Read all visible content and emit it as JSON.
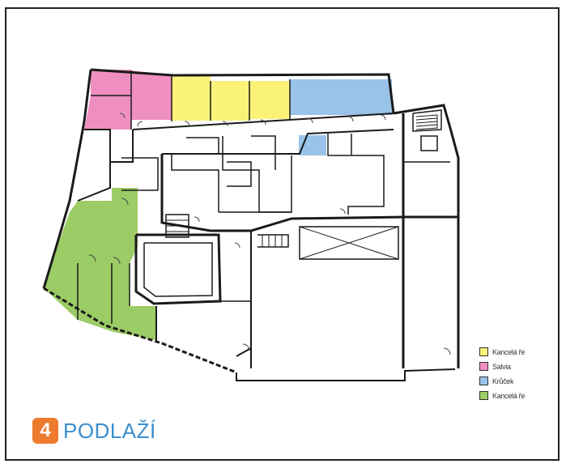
{
  "floor": {
    "number": "4",
    "label": "PODLAŽÍ"
  },
  "legend": [
    {
      "label": "Kancelá ře",
      "color": "#fbf27a"
    },
    {
      "label": "Salvia",
      "color": "#ef8fc1"
    },
    {
      "label": "Krůček",
      "color": "#99c3e8"
    },
    {
      "label": "Kancelá ře",
      "color": "#9ccc65"
    }
  ],
  "colors": {
    "wall": "#1a1a1a",
    "thin": "#444444",
    "accent_badge": "#ee7a2d",
    "accent_title": "#3c8fcf"
  }
}
